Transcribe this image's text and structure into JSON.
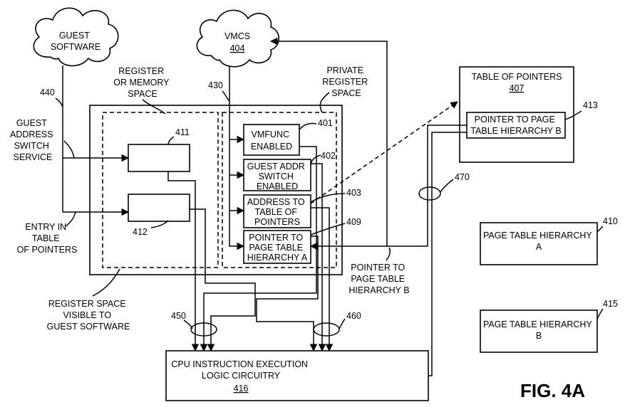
{
  "figure": {
    "label": "FIG. 4A"
  },
  "clouds": {
    "guest_software": [
      "GUEST",
      "SOFTWARE"
    ],
    "vmcs": {
      "lines": [
        "VMCS"
      ],
      "ref": "404"
    }
  },
  "regions": {
    "register_memory_space": [
      "REGISTER",
      "OR MEMORY",
      "SPACE"
    ],
    "private_register_space": [
      "PRIVATE",
      "REGISTER",
      "SPACE"
    ],
    "register_space_visible": [
      "REGISTER SPACE",
      "VISIBLE TO",
      "GUEST SOFTWARE"
    ]
  },
  "boxes": {
    "vmfunc_enabled": [
      "VMFUNC",
      "ENABLED"
    ],
    "guest_addr_switch_enabled": [
      "GUEST ADDR",
      "SWITCH",
      "ENABLED"
    ],
    "address_to_table": [
      "ADDRESS TO",
      "TABLE OF",
      "POINTERS"
    ],
    "pointer_to_pth_a": [
      "POINTER TO",
      "PAGE TABLE",
      "HIERARCHY A"
    ],
    "table_of_pointers": {
      "lines": [
        "TABLE OF POINTERS"
      ],
      "ref": "407"
    },
    "pointer_to_pth_b": [
      "POINTER TO PAGE",
      "TABLE HIERARCHY B"
    ],
    "page_table_hierarchy_a": [
      "PAGE TABLE HIERARCHY",
      "A"
    ],
    "page_table_hierarchy_b": [
      "PAGE TABLE HIERARCHY",
      "B"
    ],
    "cpu": {
      "lines": [
        "CPU INSTRUCTION EXECUTION",
        "LOGIC CIRCUITRY"
      ],
      "ref": "416"
    }
  },
  "annotations": {
    "guest_address_switch_service": [
      "GUEST",
      "ADDRESS",
      "SWITCH",
      "SERVICE"
    ],
    "entry_in_table": [
      "ENTRY IN",
      "TABLE",
      "OF POINTERS"
    ],
    "pointer_to_pth_b_label": [
      "POINTER TO",
      "PAGE TABLE",
      "HIERARCHY B"
    ]
  },
  "refs": {
    "r401": "401",
    "r402": "402",
    "r403": "403",
    "r409": "409",
    "r410": "410",
    "r411": "411",
    "r412": "412",
    "r413": "413",
    "r415": "415",
    "r430": "430",
    "r440": "440",
    "r450": "450",
    "r460": "460",
    "r470": "470"
  }
}
